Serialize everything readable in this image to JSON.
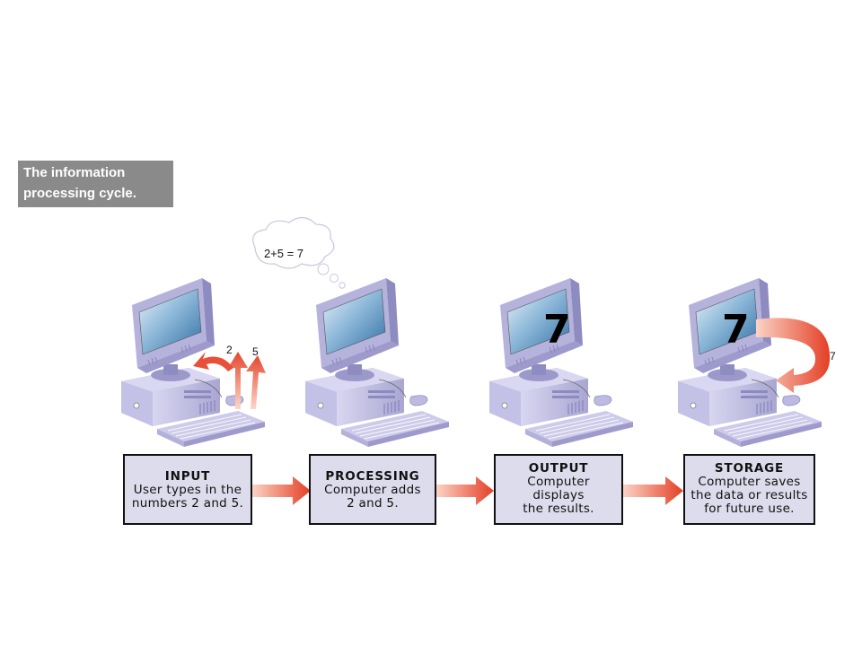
{
  "caption": {
    "line1": "The information",
    "line2": "processing cycle."
  },
  "thought": "2+5 = 7",
  "input_numbers": [
    "2",
    "5"
  ],
  "screen_value": "7",
  "storage_label": "7",
  "steps": [
    {
      "title": "INPUT",
      "lines": [
        "User types in the",
        "numbers 2 and 5."
      ]
    },
    {
      "title": "PROCESSING",
      "lines": [
        "Computer adds",
        "2 and 5."
      ]
    },
    {
      "title": "OUTPUT",
      "lines": [
        "Computer",
        "displays",
        "the results."
      ]
    },
    {
      "title": "STORAGE",
      "lines": [
        "Computer saves",
        "the data or results",
        "for future use."
      ]
    }
  ],
  "colors": {
    "case": "#c9c7e6",
    "screen": "#3f7fb1",
    "arrow": "#e8503a",
    "box_fill": "#dcdcec"
  }
}
